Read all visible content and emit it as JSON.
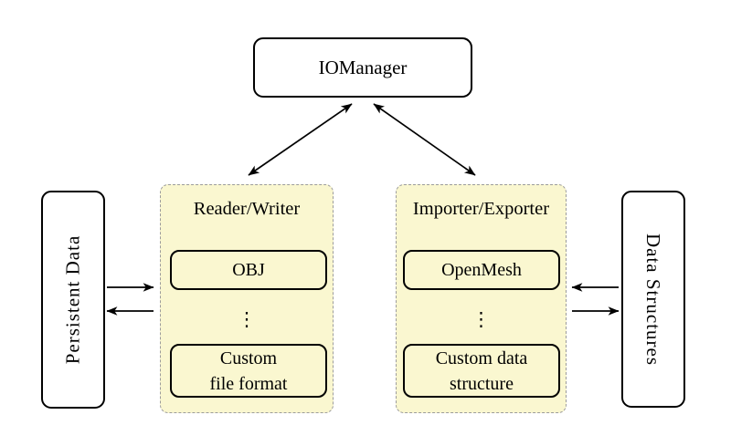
{
  "colors": {
    "background": "#ffffff",
    "group_fill": "#faf7d0",
    "group_border": "#9c9c9c",
    "node_border": "#000000",
    "arrow": "#000000",
    "text": "#000000"
  },
  "nodes": {
    "iomanager": {
      "label": "IOManager"
    },
    "persistent_data": {
      "label": "Persistent Data"
    },
    "data_structures": {
      "label": "Data Structures"
    }
  },
  "groups": {
    "reader_writer": {
      "title": "Reader/Writer",
      "items": [
        {
          "label": "OBJ"
        },
        {
          "label": "⋮"
        },
        {
          "label": "Custom\nfile format"
        }
      ]
    },
    "importer_exporter": {
      "title": "Importer/Exporter",
      "items": [
        {
          "label": "OpenMesh"
        },
        {
          "label": "⋮"
        },
        {
          "label": "Custom data\nstructure"
        }
      ]
    }
  },
  "connections": [
    {
      "from": "IOManager",
      "to": "Reader/Writer",
      "style": "bidirectional"
    },
    {
      "from": "IOManager",
      "to": "Importer/Exporter",
      "style": "bidirectional"
    },
    {
      "from": "Persistent Data",
      "to": "Reader/Writer",
      "style": "one-way"
    },
    {
      "from": "Reader/Writer",
      "to": "Persistent Data",
      "style": "one-way"
    },
    {
      "from": "Data Structures",
      "to": "Importer/Exporter",
      "style": "one-way"
    },
    {
      "from": "Importer/Exporter",
      "to": "Data Structures",
      "style": "one-way"
    }
  ]
}
